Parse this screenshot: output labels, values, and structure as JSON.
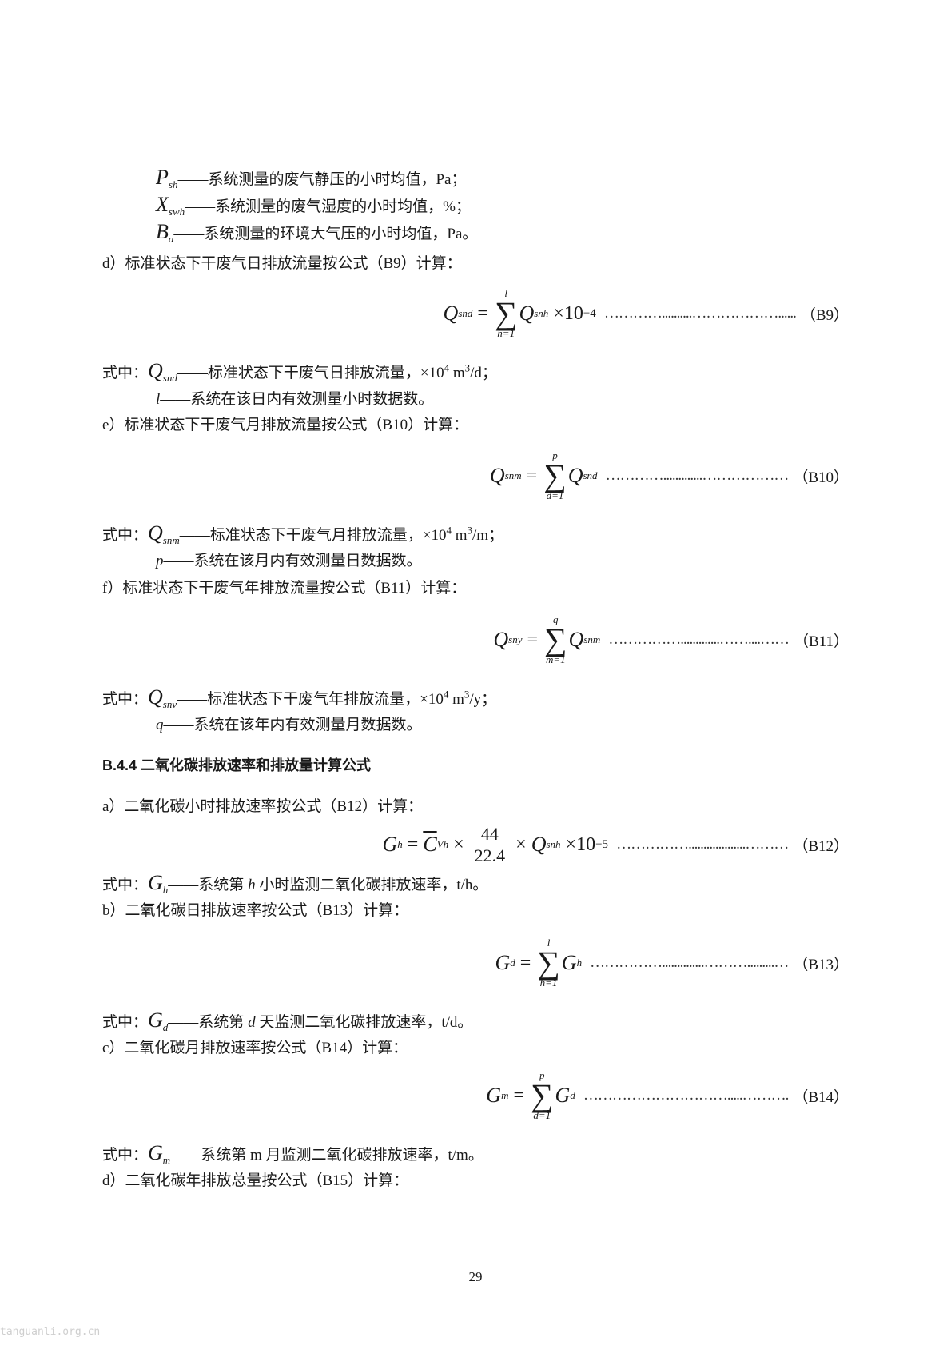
{
  "defs_top": [
    {
      "sym": "P",
      "sub": "sh",
      "text": "——系统测量的废气静压的小时均值，Pa；"
    },
    {
      "sym": "X",
      "sub": "swh",
      "text": "——系统测量的废气湿度的小时均值，%；"
    },
    {
      "sym": "B",
      "sub": "a",
      "text": "——系统测量的环境大气压的小时均值，Pa。"
    }
  ],
  "item_d": "d）标准状态下干废气日排放流量按公式（B9）计算：",
  "eq_b9": {
    "lhs": "Q",
    "lhs_sub": "snd",
    "upper": "l",
    "lower": "h=1",
    "term": "Q",
    "term_sub": "snh",
    "mult": "×10",
    "exp": "−4",
    "dots": "…………..........………………......",
    "num": "（B9）"
  },
  "where_b9": {
    "lead": "式中：",
    "sym": "Q",
    "sub": "snd",
    "text": "——标准状态下干废气日排放流量，×10",
    "sup": "4",
    "unit_pre": " m",
    "unit_sup": "3",
    "unit_post": "/d；"
  },
  "note_l": {
    "sym": "l",
    "text": "——系统在该日内有效测量小时数据数。"
  },
  "item_e": "e）标准状态下干废气月排放流量按公式（B10）计算：",
  "eq_b10": {
    "lhs": "Q",
    "lhs_sub": "snm",
    "upper": "p",
    "lower": "d=1",
    "term": "Q",
    "term_sub": "snd",
    "dots": "………….............………………",
    "num": "（B10）"
  },
  "where_b10": {
    "lead": "式中：",
    "sym": "Q",
    "sub": "snm",
    "text": "——标准状态下干废气月排放流量，×10",
    "sup": "4",
    "unit_pre": " m",
    "unit_sup": "3",
    "unit_post": "/m；"
  },
  "note_p": {
    "sym": "p",
    "text": "——系统在该月内有效测量日数据数。"
  },
  "item_f": "f）标准状态下干废气年排放流量按公式（B11）计算：",
  "eq_b11": {
    "lhs": "Q",
    "lhs_sub": "sny",
    "upper": "q",
    "lower": "m=1",
    "term": "Q",
    "term_sub": "snm",
    "dots": "…………….............……....……",
    "num": "（B11）"
  },
  "where_b11": {
    "lead": "式中：",
    "sym": "Q",
    "sub": "snv",
    "text": "——标准状态下干废气年排放流量，×10",
    "sup": "4",
    "unit_pre": " m",
    "unit_sup": "3",
    "unit_post": "/y；"
  },
  "note_q": {
    "sym": "q",
    "text": "——系统在该年内有效测量月数据数。"
  },
  "section": "B.4.4  二氧化碳排放速率和排放量计算公式",
  "item_a2": "a）二氧化碳小时排放速率按公式（B12）计算：",
  "eq_b12": {
    "lhs": "G",
    "lhs_sub": "h",
    "cv": "C",
    "cv_sub": "Vh",
    "frac_n": "44",
    "frac_d": "22.4",
    "term": "Q",
    "term_sub": "snh",
    "mult": "×10",
    "exp": "−5",
    "dots": "……………...................………",
    "num": "（B12）"
  },
  "where_b12": {
    "lead": "式中：",
    "sym": "G",
    "sub": "h",
    "pre": "——系统第 ",
    "var": "h",
    "text": " 小时监测二氧化碳排放速率，t/h。"
  },
  "item_b2": "b）二氧化碳日排放速率按公式（B13）计算：",
  "eq_b13": {
    "lhs": "G",
    "lhs_sub": "d",
    "upper": "l",
    "lower": "h=1",
    "term": "G",
    "term_sub": "h",
    "dots": "……………..............……….........…",
    "num": "（B13）"
  },
  "where_b13": {
    "lead": "式中：",
    "sym": "G",
    "sub": "d",
    "pre": "——系统第 ",
    "var": "d",
    "text": " 天监测二氧化碳排放速率，t/d。"
  },
  "item_c2": "c）二氧化碳月排放速率按公式（B14）计算：",
  "eq_b14": {
    "lhs": "G",
    "lhs_sub": "m",
    "upper": "p",
    "lower": "d=1",
    "term": "G",
    "term_sub": "d",
    "dots": "………………………….....……….",
    "num": "（B14）"
  },
  "where_b14": {
    "lead": "式中：",
    "sym": "G",
    "sub": "m",
    "pre": "——系统第 ",
    "var": "m",
    "text": " 月监测二氧化碳排放速率，t/m。"
  },
  "item_d2": "d）二氧化碳年排放总量按公式（B15）计算：",
  "page_number": "29",
  "watermark": "tanguanli.org.cn"
}
